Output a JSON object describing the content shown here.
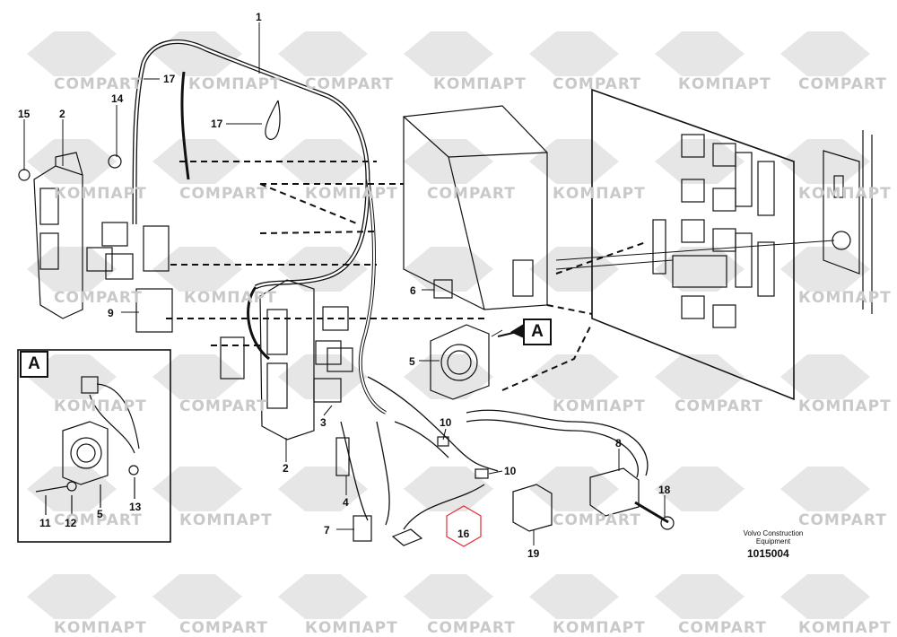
{
  "watermark": {
    "text_latin": "COMPART",
    "text_cyrillic": "КОМПАРТ"
  },
  "callouts": {
    "detail_box_label": "A",
    "view_arrow_label": "A"
  },
  "part_numbers": {
    "p1": "1",
    "p2a": "2",
    "p2b": "2",
    "p3": "3",
    "p4": "4",
    "p5a": "5",
    "p5b": "5",
    "p6": "6",
    "p7": "7",
    "p8": "8",
    "p9": "9",
    "p10a": "10",
    "p10b": "10",
    "p11": "11",
    "p12": "12",
    "p13": "13",
    "p14": "14",
    "p15": "15",
    "p16": "16",
    "p17a": "17",
    "p17b": "17",
    "p18": "18",
    "p19": "19"
  },
  "footer": {
    "manufacturer_line1": "Volvo Construction",
    "manufacturer_line2": "Equipment",
    "drawing_number": "1015004"
  },
  "colors": {
    "line": "#111111",
    "watermark": "#cfcfcf",
    "highlight": "#e0303a"
  }
}
